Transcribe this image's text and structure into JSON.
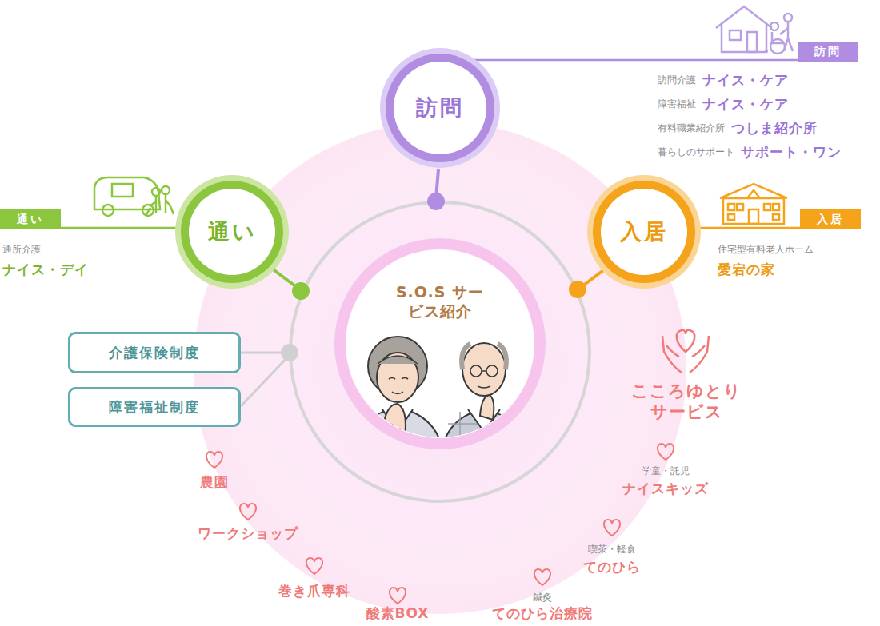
{
  "diagram": {
    "nodes": [
      {
        "text": [
          "訪問"
        ]
      },
      {
        "text": [
          "訪問"
        ]
      },
      {
        "text": [
          "通い"
        ]
      },
      {
        "text": [
          "通い"
        ]
      },
      {
        "text": [
          "入居"
        ]
      },
      {
        "text": [
          "入居"
        ]
      },
      {
        "text": [
          "S.O.S サービス紹介"
        ]
      },
      {
        "text": [
          "介護保険制度"
        ]
      },
      {
        "text": [
          "障害福祉制度"
        ]
      }
    ],
    "edges": [
      {
        "from": 1,
        "to": 0,
        "arrow": "none"
      },
      {
        "from": 3,
        "to": 2,
        "arrow": "none"
      },
      {
        "from": 5,
        "to": 4,
        "arrow": "none"
      }
    ],
    "labels": [
      "訪問介護",
      "ナイス・ケア",
      "障害福祉",
      "ナイス・ケア",
      "有料職業紹介所",
      "つしま紹介所",
      "暮らしのサポート",
      "サポート・ワン",
      "通所介護",
      "ナイス・デイ",
      "住宅型有料老人ホーム",
      "愛宕の家",
      "こころゆとり サービス",
      "学童・託児",
      "ナイスキッズ",
      "喫茶・軽食",
      "てのひら",
      "鍼灸",
      "てのひら治療院",
      "農園",
      "ワークショップ",
      "巻き爪専科",
      "酸素BOX"
    ]
  }
}
